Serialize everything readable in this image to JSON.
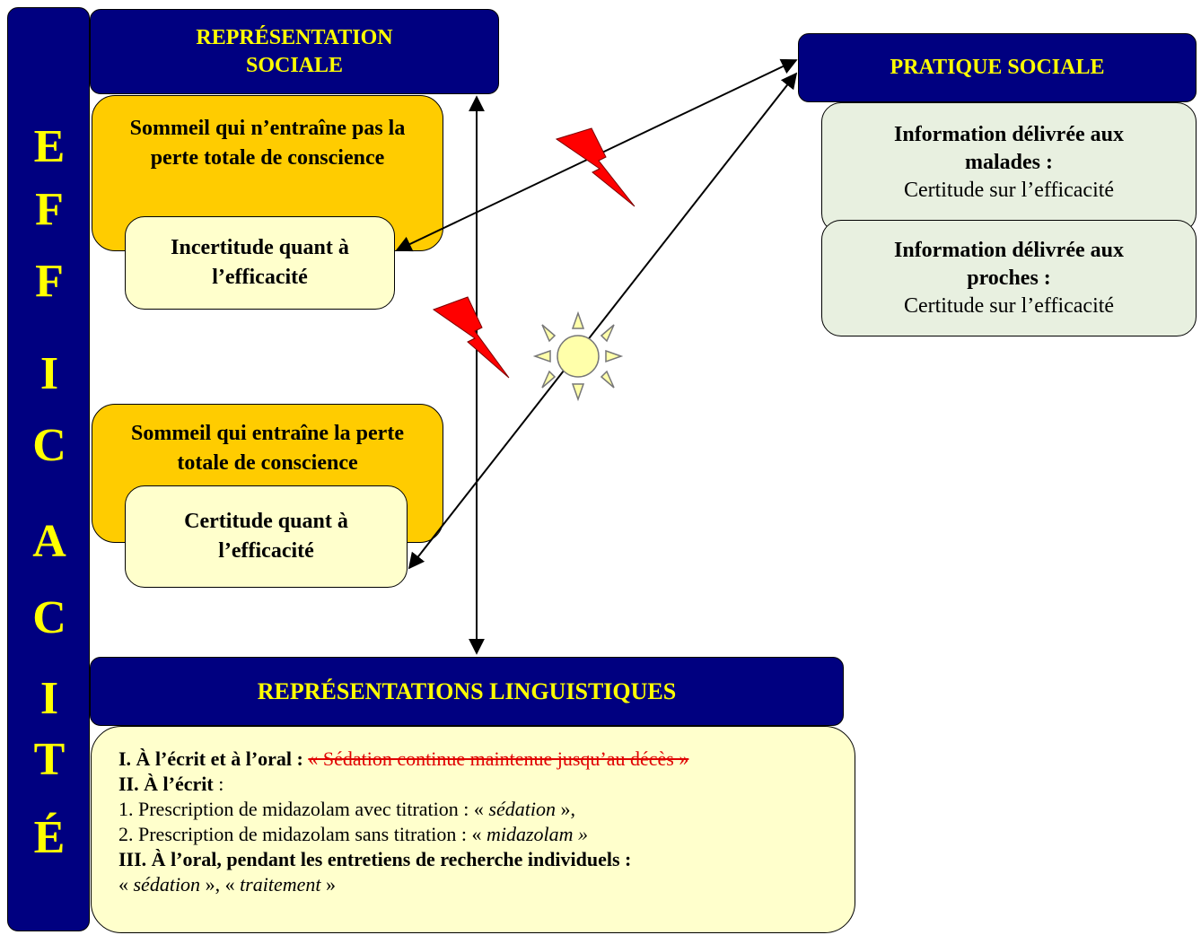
{
  "vertical_title": [
    "E",
    "F",
    "F",
    "I",
    "C",
    "A",
    "C",
    "I",
    "T",
    "É"
  ],
  "representation_sociale": {
    "title": "REPRÉSENTATION SOCIALE",
    "box1": {
      "text": "Sommeil qui n’entraîne pas la perte totale de conscience",
      "sub": "Incertitude quant à l’efficacité"
    },
    "box2": {
      "text": "Sommeil qui entraîne la perte totale de conscience",
      "sub": "Certitude quant à l’efficacité"
    }
  },
  "pratique_sociale": {
    "title": "PRATIQUE SOCIALE",
    "malades": {
      "heading": "Information délivrée aux malades :",
      "text": "Certitude sur l’efficacité"
    },
    "proches": {
      "heading": "Information délivrée aux proches :",
      "text": "Certitude sur l’efficacité"
    }
  },
  "representations_linguistiques": {
    "title": "REPRÉSENTATIONS LINGUISTIQUES",
    "l1_bold": "I. À l’écrit et à l’oral :",
    "l1_strike": "« Sédation continue maintenue jusqu’au décès »",
    "l2_bold": "II. À l’écrit",
    "l2_rest": " :",
    "l3_pre": "1.  Prescription de midazolam avec titration : «",
    "l3_ital": " sédation ",
    "l3_post": "»,",
    "l4_pre": "2. Prescription de midazolam sans titration : «",
    "l4_ital": " midazolam »",
    "l5_bold": "III. À l’oral,  pendant les entretiens de recherche individuels :",
    "l6_a": " «",
    "l6_ital1": " sédation ",
    "l6_b": "»,",
    "l6_c": " «",
    "l6_ital2": " traitement ",
    "l6_d": "»"
  },
  "colors": {
    "navy": "#000080",
    "title_yellow": "#ffff00",
    "orange": "#ffcc00",
    "light_yellow": "#ffffcc",
    "green": "#e8f0e0",
    "lightning": "#ff0000",
    "sun": "#ffffaa"
  },
  "icons": [
    "lightning-icon",
    "lightning-icon",
    "sun-icon"
  ]
}
